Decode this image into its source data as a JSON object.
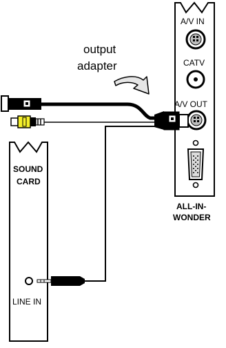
{
  "annotations": {
    "output_adapter_line1": "output",
    "output_adapter_line2": "adapter"
  },
  "aiw_card": {
    "ports": {
      "av_in": "A/V IN",
      "catv": "CATV",
      "av_out": "A/V OUT"
    },
    "name_line1": "ALL-IN-",
    "name_line2": "WONDER"
  },
  "sound_card": {
    "title_line1": "SOUND",
    "title_line2": "CARD",
    "port_line_in": "LINE IN"
  },
  "colors": {
    "ink": "#000000",
    "rca_yellow": "#f4ef2a",
    "panel_fill": "#ffffff",
    "arrow_fill": "#e6e6e6"
  }
}
